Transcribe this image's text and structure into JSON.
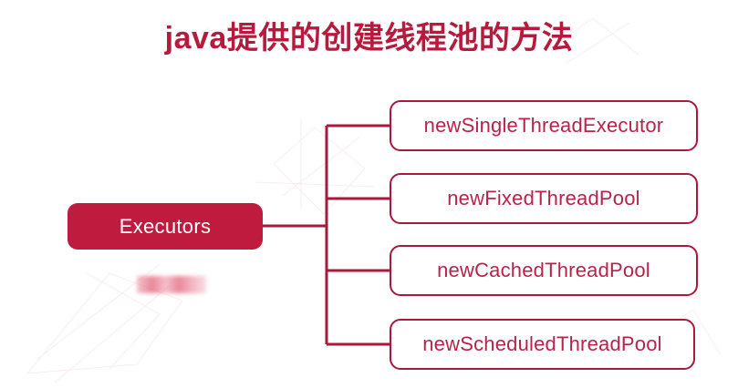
{
  "page": {
    "title": "java提供的创建线程池的方法",
    "title_color": "#B81A3D",
    "background_color": "#FFFFFF"
  },
  "diagram": {
    "type": "mind-map",
    "accent_color": "#BE1B3F",
    "border_color": "#A8193B",
    "text_color": "#B8234A",
    "root": {
      "label": "Executors",
      "style": "filled",
      "fill_color": "#BE1B3F",
      "label_color": "#FFFFFF"
    },
    "children": [
      {
        "label": "newSingleThreadExecutor",
        "style": "outlined"
      },
      {
        "label": "newFixedThreadPool",
        "style": "outlined"
      },
      {
        "label": "newCachedThreadPool",
        "style": "outlined"
      },
      {
        "label": "newScheduledThreadPool",
        "style": "outlined"
      }
    ]
  }
}
